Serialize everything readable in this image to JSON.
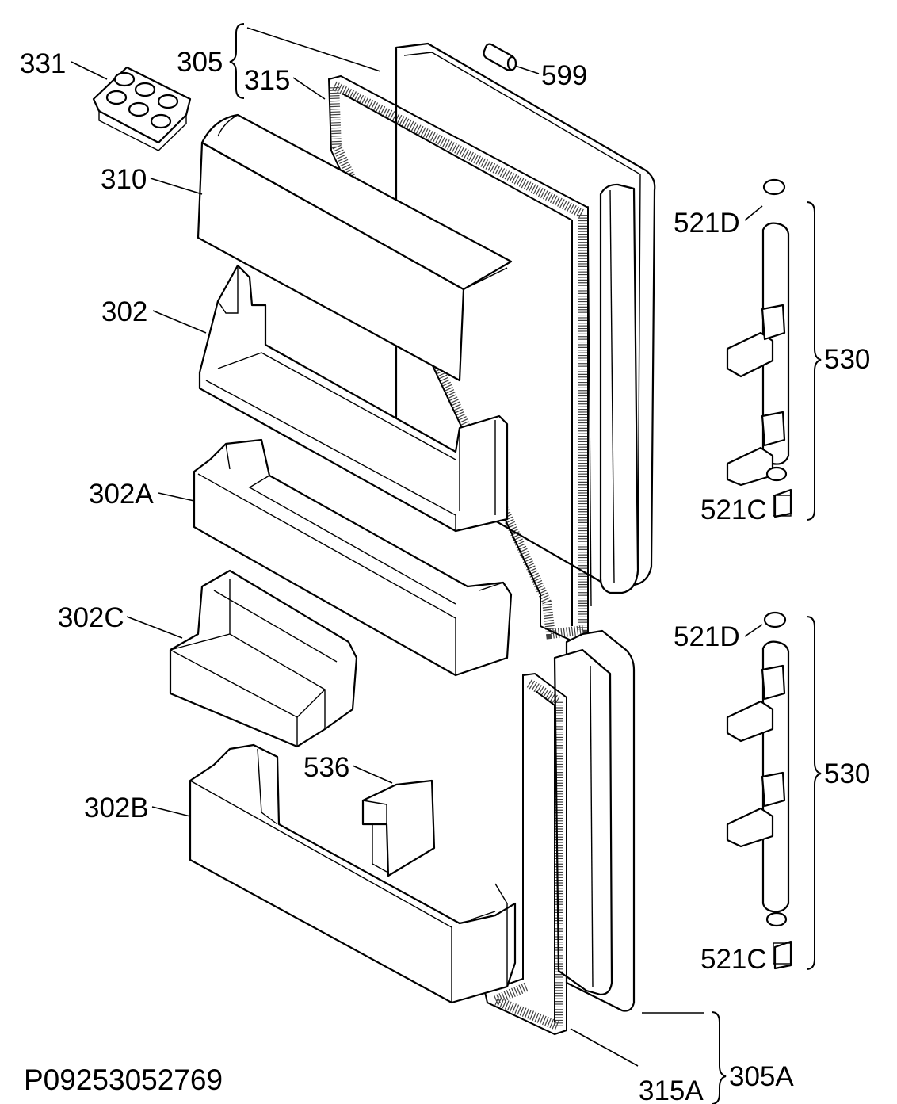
{
  "diagram": {
    "drawing_code": "P09253052769",
    "parts": {
      "p331": "331",
      "p305": "305",
      "p315": "315",
      "p599": "599",
      "p310": "310",
      "p521D_top": "521D",
      "p302": "302",
      "p530_top": "530",
      "p302A": "302A",
      "p521C_top": "521C",
      "p302C": "302C",
      "p521D_bottom": "521D",
      "p536": "536",
      "p530_bottom": "530",
      "p302B": "302B",
      "p521C_bottom": "521C",
      "p305A": "305A",
      "p315A": "315A"
    }
  }
}
